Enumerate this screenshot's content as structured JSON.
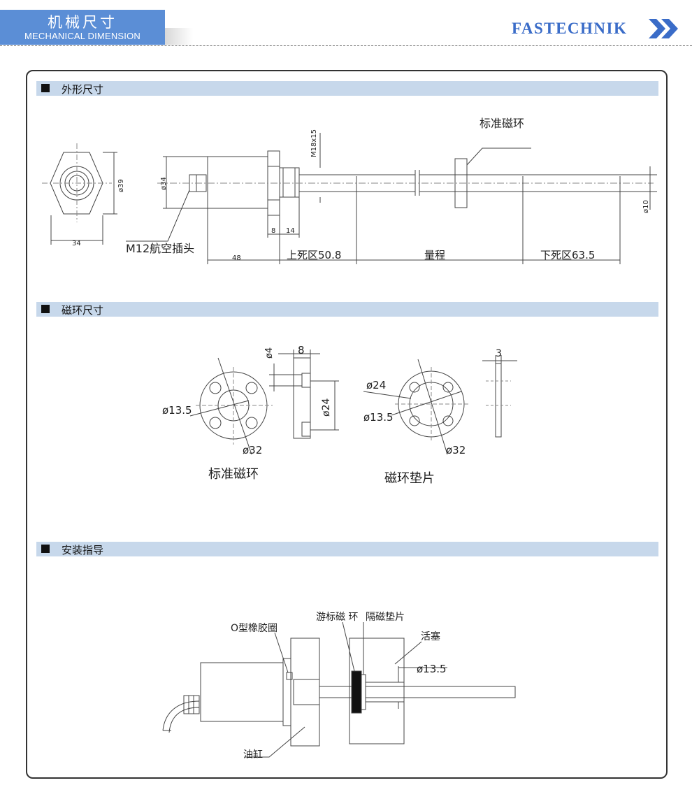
{
  "header": {
    "title": "机械尺寸",
    "subtitle": "MECHANICAL DIMENSION",
    "brand": "FASTECHNIK"
  },
  "sections": [
    {
      "label": "外形尺寸"
    },
    {
      "label": "磁环尺寸"
    },
    {
      "label": "安装指导"
    }
  ],
  "outline": {
    "hex_width": "34",
    "hex_dia": "ø39",
    "body_dia": "ø34",
    "connector_label": "M12航空插头",
    "thread": "M18x15",
    "magnet_label": "标准磁环",
    "dim_8": "8",
    "dim_14": "14",
    "dim_48": "48",
    "rod_dia": "ø10",
    "dead_top": "上死区50.8",
    "stroke": "量程",
    "dead_bottom": "下死区63.5"
  },
  "magnets": {
    "std_d4": "ø4",
    "std_w8": "8",
    "std_d24": "ø24",
    "std_d135": "ø13.5",
    "std_d32": "ø32",
    "std_label": "标准磁环",
    "pad_d24": "ø24",
    "pad_d135": "ø13.5",
    "pad_d32": "ø32",
    "pad_w3": "3",
    "pad_label": "磁环垫片"
  },
  "install": {
    "oring": "O型橡胶圈",
    "cursor": "游标磁 环",
    "pad": "隔磁垫片",
    "piston": "活塞",
    "dia": "ø13.5",
    "cylinder": "油缸"
  }
}
